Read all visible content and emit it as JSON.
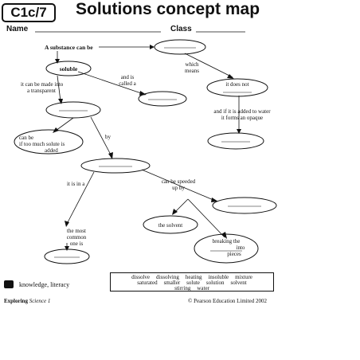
{
  "header": {
    "badge": "C1c/7",
    "title": "Solutions concept map",
    "name_label": "Name",
    "class_label": "Class"
  },
  "map": {
    "start": "A substance can be",
    "soluble": "soluble",
    "which_means": [
      "which",
      "means"
    ],
    "it_does_not": "it does not",
    "and_is_called_a": [
      "and is",
      "called a"
    ],
    "transparent_link": [
      "it can be made into",
      "a transparent"
    ],
    "opaque_link": [
      "and if it is added to water",
      "it forms an opaque"
    ],
    "can_be_left": [
      "can be",
      "if too much solute is",
      "added"
    ],
    "by": "by",
    "it_is_in_a": "it is in a",
    "speeded_up": [
      "can be speeded",
      "up by"
    ],
    "most_common": [
      "the most",
      "common",
      "one is"
    ],
    "the_solvent": "the solvent",
    "breaking": [
      "breaking the",
      "into",
      "pieces"
    ]
  },
  "word_bank": {
    "row1": [
      "dissolve",
      "dissolving",
      "heating",
      "insoluble",
      "mixture"
    ],
    "row2": [
      "saturated",
      "smaller",
      "solute",
      "solution",
      "solvent"
    ],
    "row3": [
      "stirring",
      "water"
    ]
  },
  "footer": {
    "skills": "knowledge, literacy",
    "book_bold": "Exploring",
    "book_rest": "Science 1",
    "copyright": "© Pearson Education Limited 2002"
  }
}
